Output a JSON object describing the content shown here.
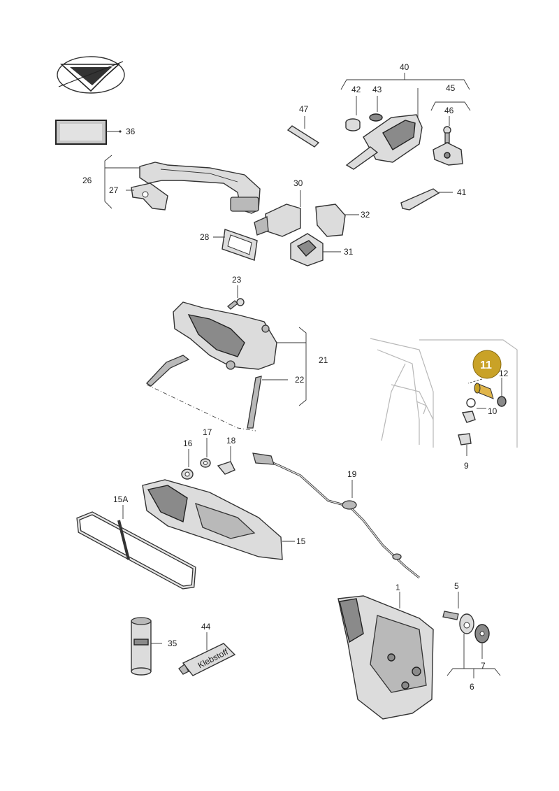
{
  "callouts": [
    {
      "id": "1",
      "text": "1"
    },
    {
      "id": "5",
      "text": "5"
    },
    {
      "id": "6",
      "text": "6"
    },
    {
      "id": "7",
      "text": "7"
    },
    {
      "id": "9",
      "text": "9"
    },
    {
      "id": "10",
      "text": "10"
    },
    {
      "id": "11",
      "text": "11"
    },
    {
      "id": "12",
      "text": "12"
    },
    {
      "id": "15",
      "text": "15"
    },
    {
      "id": "15A",
      "text": "15A"
    },
    {
      "id": "16",
      "text": "16"
    },
    {
      "id": "17",
      "text": "17"
    },
    {
      "id": "18",
      "text": "18"
    },
    {
      "id": "19",
      "text": "19"
    },
    {
      "id": "21",
      "text": "21"
    },
    {
      "id": "22",
      "text": "22"
    },
    {
      "id": "23",
      "text": "23"
    },
    {
      "id": "26",
      "text": "26"
    },
    {
      "id": "27",
      "text": "27"
    },
    {
      "id": "28",
      "text": "28"
    },
    {
      "id": "30",
      "text": "30"
    },
    {
      "id": "31",
      "text": "31"
    },
    {
      "id": "32",
      "text": "32"
    },
    {
      "id": "35",
      "text": "35"
    },
    {
      "id": "36",
      "text": "36"
    },
    {
      "id": "40",
      "text": "40"
    },
    {
      "id": "41",
      "text": "41"
    },
    {
      "id": "42",
      "text": "42"
    },
    {
      "id": "43",
      "text": "43"
    },
    {
      "id": "44",
      "text": "44"
    },
    {
      "id": "45",
      "text": "45"
    },
    {
      "id": "46",
      "text": "46"
    },
    {
      "id": "47",
      "text": "47"
    }
  ],
  "tube_label": "Klebstoff",
  "highlight": {
    "callout": "11",
    "color": "#c9a227"
  },
  "colors": {
    "line": "#333333",
    "part": "#dcdcdc",
    "dark": "#8a8a8a"
  }
}
